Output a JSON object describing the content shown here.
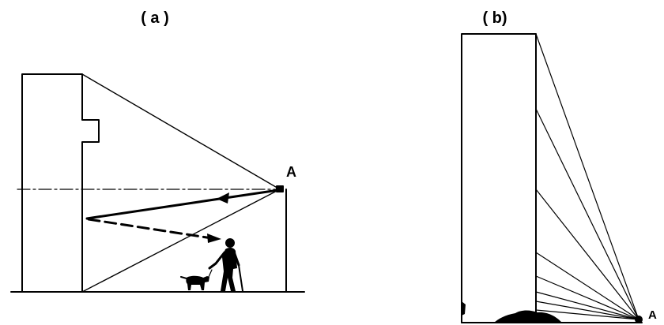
{
  "figure": {
    "panels": [
      {
        "id": "a",
        "title": "( a )",
        "point_label": "A"
      },
      {
        "id": "b",
        "title": "( b)",
        "point_label": "A"
      }
    ]
  },
  "colors": {
    "ink": "#000000",
    "background": "#ffffff"
  },
  "icons": [
    "person-walking-with-cane-icon",
    "dog-icon"
  ]
}
